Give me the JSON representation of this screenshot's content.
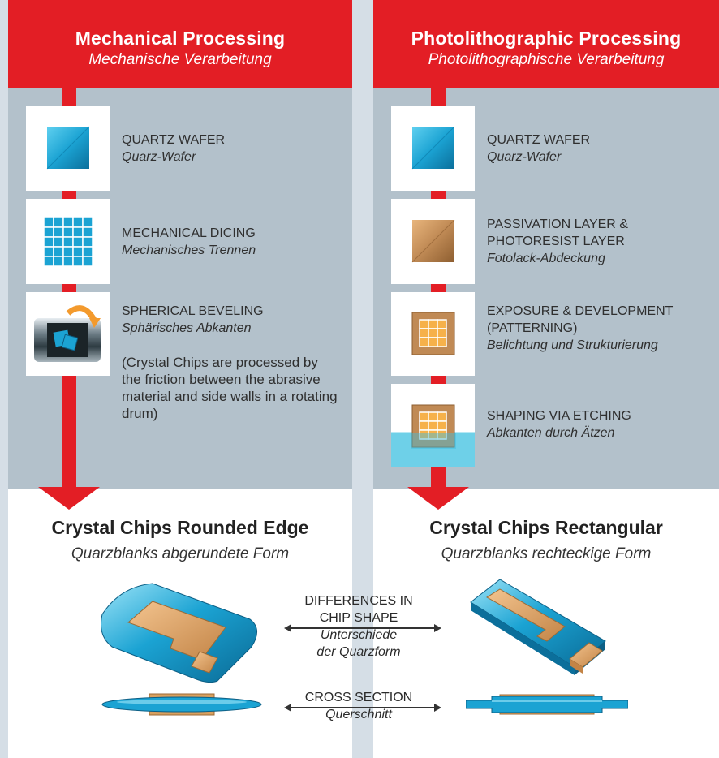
{
  "left": {
    "header": {
      "title": "Mechanical Processing",
      "subtitle": "Mechanische Verarbeitung"
    },
    "steps": [
      {
        "en": "QUARTZ WAFER",
        "de": "Quarz-Wafer"
      },
      {
        "en": "MECHANICAL DICING",
        "de": "Mechanisches Trennen"
      },
      {
        "en": "SPHERICAL BEVELING",
        "de": "Sphärisches Abkanten",
        "note": "(Crystal Chips are processed by the friction between the abrasive material and side walls in a rotating drum)"
      }
    ],
    "result": {
      "title": "Crystal Chips Rounded Edge",
      "subtitle": "Quarzblanks abgerundete Form"
    }
  },
  "right": {
    "header": {
      "title": "Photolithographic Processing",
      "subtitle": "Photolithographische Verarbeitung"
    },
    "steps": [
      {
        "en": "QUARTZ WAFER",
        "de": "Quarz-Wafer"
      },
      {
        "en1": "PASSIVATION LAYER &",
        "en2": "PHOTORESIST LAYER",
        "de": "Fotolack-Abdeckung"
      },
      {
        "en1": "EXPOSURE & DEVELOPMENT",
        "en2": "(PATTERNING)",
        "de": "Belichtung und Strukturierung"
      },
      {
        "en": "SHAPING VIA ETCHING",
        "de": "Abkanten durch Ätzen"
      }
    ],
    "result": {
      "title": "Crystal Chips Rectangular",
      "subtitle": "Quarzblanks rechteckige Form"
    }
  },
  "compare": {
    "shape": {
      "en1": "DIFFERENCES IN",
      "en2": "CHIP SHAPE",
      "de1": "Unterschiede",
      "de2": "der Quarzform"
    },
    "cross": {
      "en": "CROSS SECTION",
      "de": "Querschnitt"
    }
  },
  "colors": {
    "red": "#e31e25",
    "panel": "#b3c1cb",
    "background": "#d5dee6",
    "quartz": "#1ba3d3",
    "photoresist": "#c08a55"
  }
}
